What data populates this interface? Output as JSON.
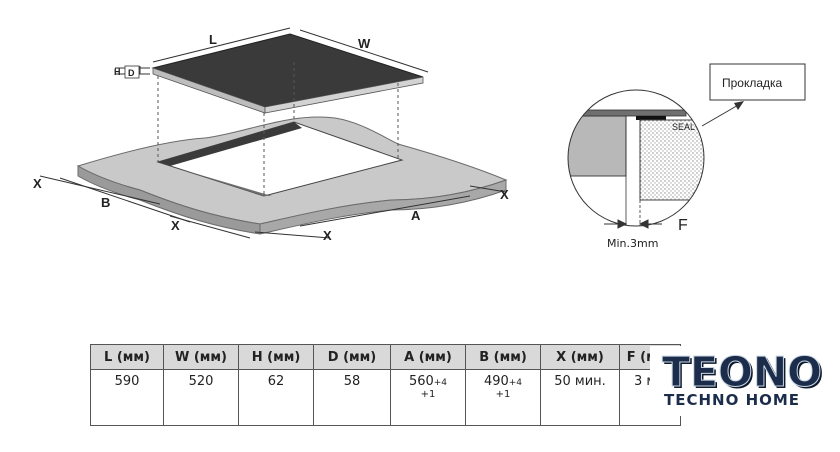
{
  "diagram": {
    "hob_labels": {
      "length": "L",
      "width": "W",
      "height": "H",
      "depth": "D"
    },
    "cutout_labels": {
      "cutout_a": "A",
      "cutout_b": "B",
      "margin_x": "X"
    },
    "detail": {
      "callout": "Прокладка",
      "seal": "SEAL",
      "gap_label": "F",
      "gap_note": "Min.3mm"
    }
  },
  "table": {
    "headers": [
      "L (мм)",
      "W (мм)",
      "H (мм)",
      "D (мм)",
      "A (мм)",
      "B (мм)",
      "X (мм)",
      "F (мм)"
    ],
    "row": [
      {
        "value": "590",
        "tol_up": "",
        "tol_down": ""
      },
      {
        "value": "520",
        "tol_up": "",
        "tol_down": ""
      },
      {
        "value": "62",
        "tol_up": "",
        "tol_down": ""
      },
      {
        "value": "58",
        "tol_up": "",
        "tol_down": ""
      },
      {
        "value": "560",
        "tol_up": "+4",
        "tol_down": "+1"
      },
      {
        "value": "490",
        "tol_up": "+4",
        "tol_down": "+1"
      },
      {
        "value": "50 мин.",
        "tol_up": "",
        "tol_down": ""
      },
      {
        "value": "3 мм",
        "tol_up": "",
        "tol_down": ""
      }
    ]
  },
  "logo": {
    "brand": "TEONO",
    "tagline": "TECHNO HOME"
  }
}
